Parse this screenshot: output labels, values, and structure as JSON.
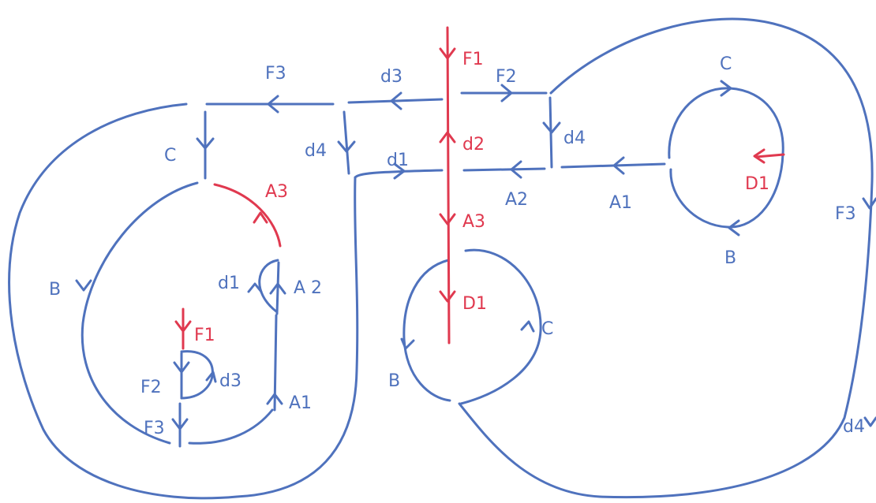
{
  "colors": {
    "edge": "#4f72bd",
    "highlight": "#e0394f",
    "background": "#ffffff"
  },
  "labels": {
    "outer_f3": "F3",
    "top_f3": "F3",
    "top_d3": "d3",
    "top_f1": "F1",
    "top_f2": "F2",
    "top_d4": "d4",
    "top_c_right": "C",
    "mid_d2": "d2",
    "mid_d4": "d4",
    "mid_d1": "d1",
    "mid_a2": "A2",
    "mid_a1": "A1",
    "mid_a3": "A3",
    "right_d1": "D1",
    "right_b": "B",
    "left_c": "C",
    "left_a3": "A3",
    "left_b": "B",
    "left_d1": "d1",
    "left_a2": "A 2",
    "left_f1": "F1",
    "left_f2": "F2",
    "left_d3": "d3",
    "left_a1": "A1",
    "left_f3": "F3",
    "center_d1": "D1",
    "center_c": "C",
    "center_b": "B",
    "bottom_d4": "d4"
  }
}
